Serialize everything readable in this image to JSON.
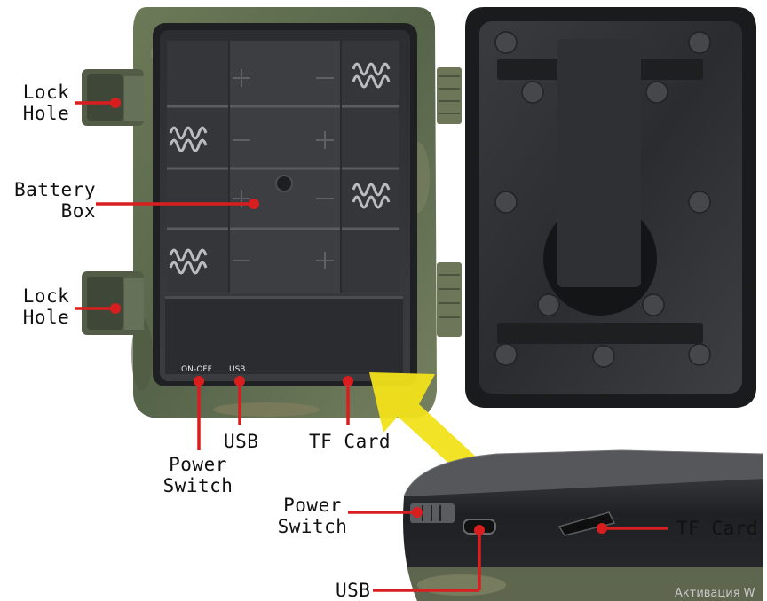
{
  "labels": {
    "lock_hole_top": "Lock\nHole",
    "battery_box": "Battery\nBox",
    "lock_hole_bottom": "Lock\nHole",
    "usb_main": "USB",
    "tf_card_main": "TF Card",
    "power_switch_main": "Power\nSwitch",
    "power_switch_zoom": "Power\nSwitch",
    "tf_card_zoom": "TF Card",
    "usb_zoom": "USB"
  },
  "device_text": {
    "on_off": "ON-OFF",
    "usb": "USB"
  },
  "watermark": "Активация W",
  "colors": {
    "pointer": "#d81e1e",
    "arrow": "#f2e21a",
    "housing": "#5b6b4a",
    "panel": "#2d2f32",
    "lid": "#1c1d1f"
  }
}
